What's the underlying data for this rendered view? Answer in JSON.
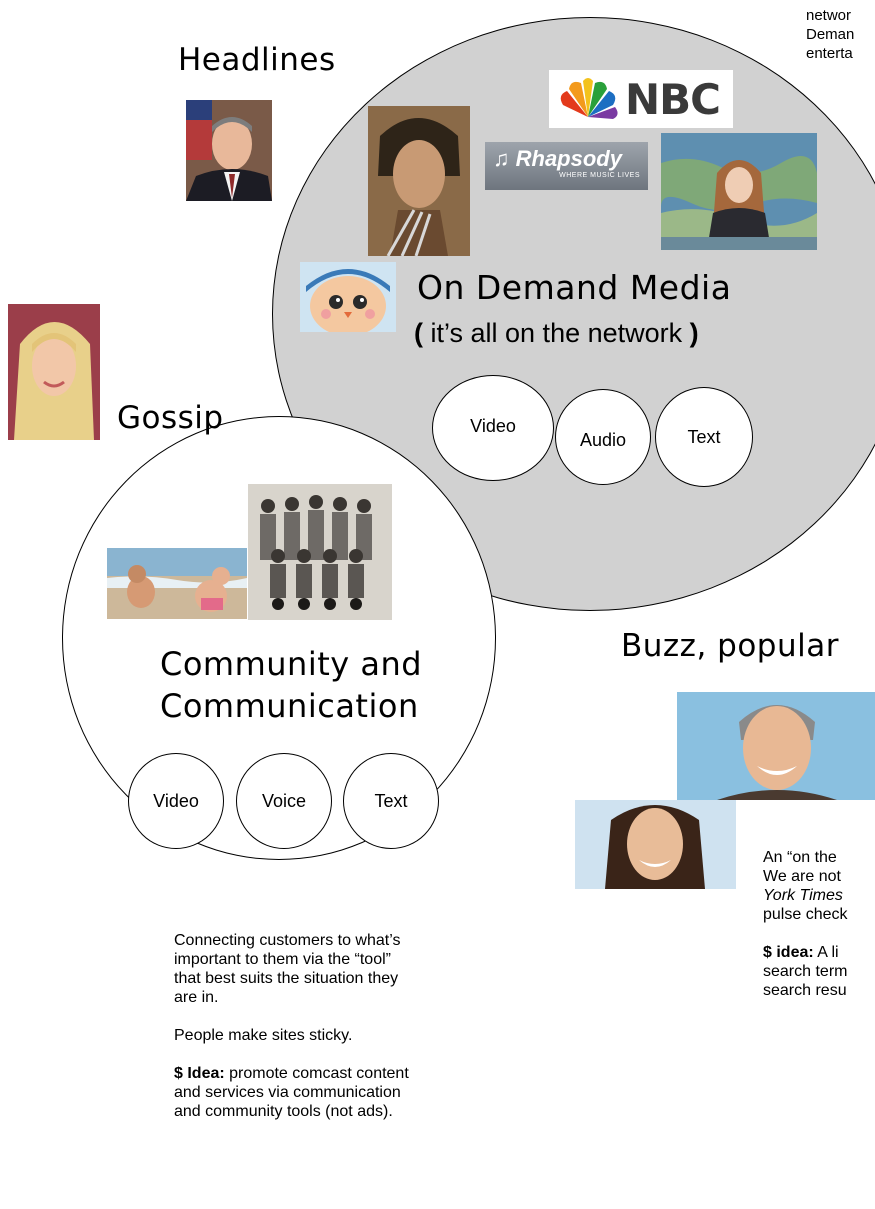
{
  "top_right_text": {
    "line1": "networ",
    "line2": "Deman",
    "line3": "enterta"
  },
  "headlines": {
    "label": "Headlines"
  },
  "gossip": {
    "label": "Gossip"
  },
  "buzz": {
    "label": "Buzz, popular"
  },
  "on_demand": {
    "title": "On Demand Media",
    "subtitle_open": "(",
    "subtitle_text": " it’s all on the network ",
    "subtitle_close": ")",
    "circles": [
      "Video",
      "Audio",
      "Text"
    ],
    "logos": {
      "nbc": "NBC",
      "rhapsody": "Rhapsody",
      "rhapsody_tag": "WHERE MUSIC LIVES"
    }
  },
  "community": {
    "title_line1": "Community and",
    "title_line2": "Communication",
    "circles": [
      "Video",
      "Voice",
      "Text"
    ]
  },
  "community_text": {
    "p1": "Connecting customers to what’s important to them via the “tool” that best suits the situation they are in.",
    "p2": "People make sites sticky.",
    "p3_bold": "$ Idea:",
    "p3_rest": " promote comcast content and services via communication and community tools (not ads)."
  },
  "buzz_text": {
    "line1": "An “on the",
    "line2": "We are not",
    "line3_italic": "York Times",
    "line4": "pulse check",
    "idea_bold": "$ idea:",
    "idea_rest": " A li",
    "idea_line2": "search term",
    "idea_line3": "search resu"
  },
  "colors": {
    "on_demand_fill": "#d1d1d1",
    "outline": "#000000",
    "nbc_red": "#e33a1c"
  }
}
